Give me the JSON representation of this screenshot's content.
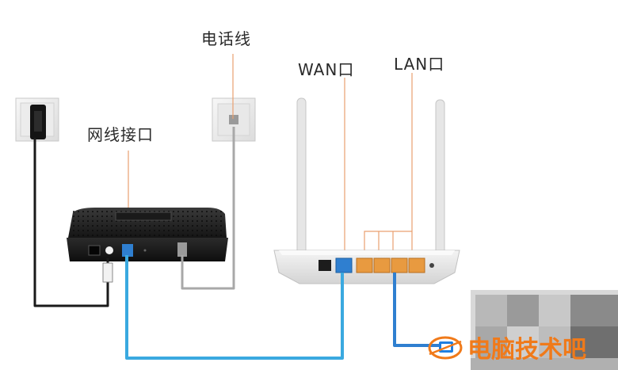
{
  "labels": {
    "phone_line": "电话线",
    "wan_port": "WAN口",
    "lan_port": "LAN口",
    "network_port": "网线接口"
  },
  "watermark": {
    "text": "电脑技术吧",
    "color": "#f07a1a"
  },
  "colors": {
    "annotation_line": "#e9a070",
    "network_cable": "#3aa9e0",
    "power_cable": "#1a1a1a",
    "phone_cable": "#a8a8a8",
    "lan_port_fill": "#e89a40",
    "wan_port_fill": "#2f7fd0"
  },
  "icons": [
    "power-adapter-icon",
    "phone-jack-icon",
    "modem-icon",
    "router-icon",
    "computer-icon",
    "watermark-logo-icon"
  ]
}
